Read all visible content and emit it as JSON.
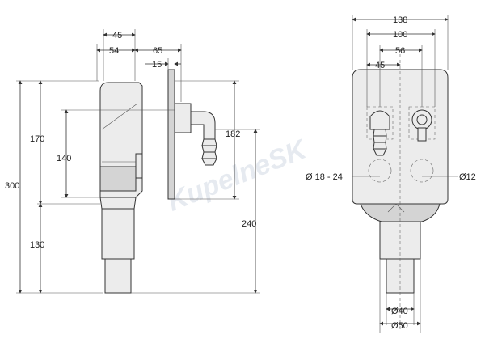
{
  "watermark": "KupelneSK",
  "side_view": {
    "dims": {
      "d45": "45",
      "d54": "54",
      "d65": "65",
      "d15": "15",
      "d170": "170",
      "d140": "140",
      "d182": "182",
      "d300": "300",
      "d130": "130",
      "d240": "240"
    }
  },
  "front_view": {
    "dims": {
      "d138": "138",
      "d100": "100",
      "d56": "56",
      "d45": "45",
      "d_hose": "Ø 18 - 24",
      "d_outlet": "Ø12",
      "d40": "Ø40",
      "d50": "Ø50"
    }
  }
}
